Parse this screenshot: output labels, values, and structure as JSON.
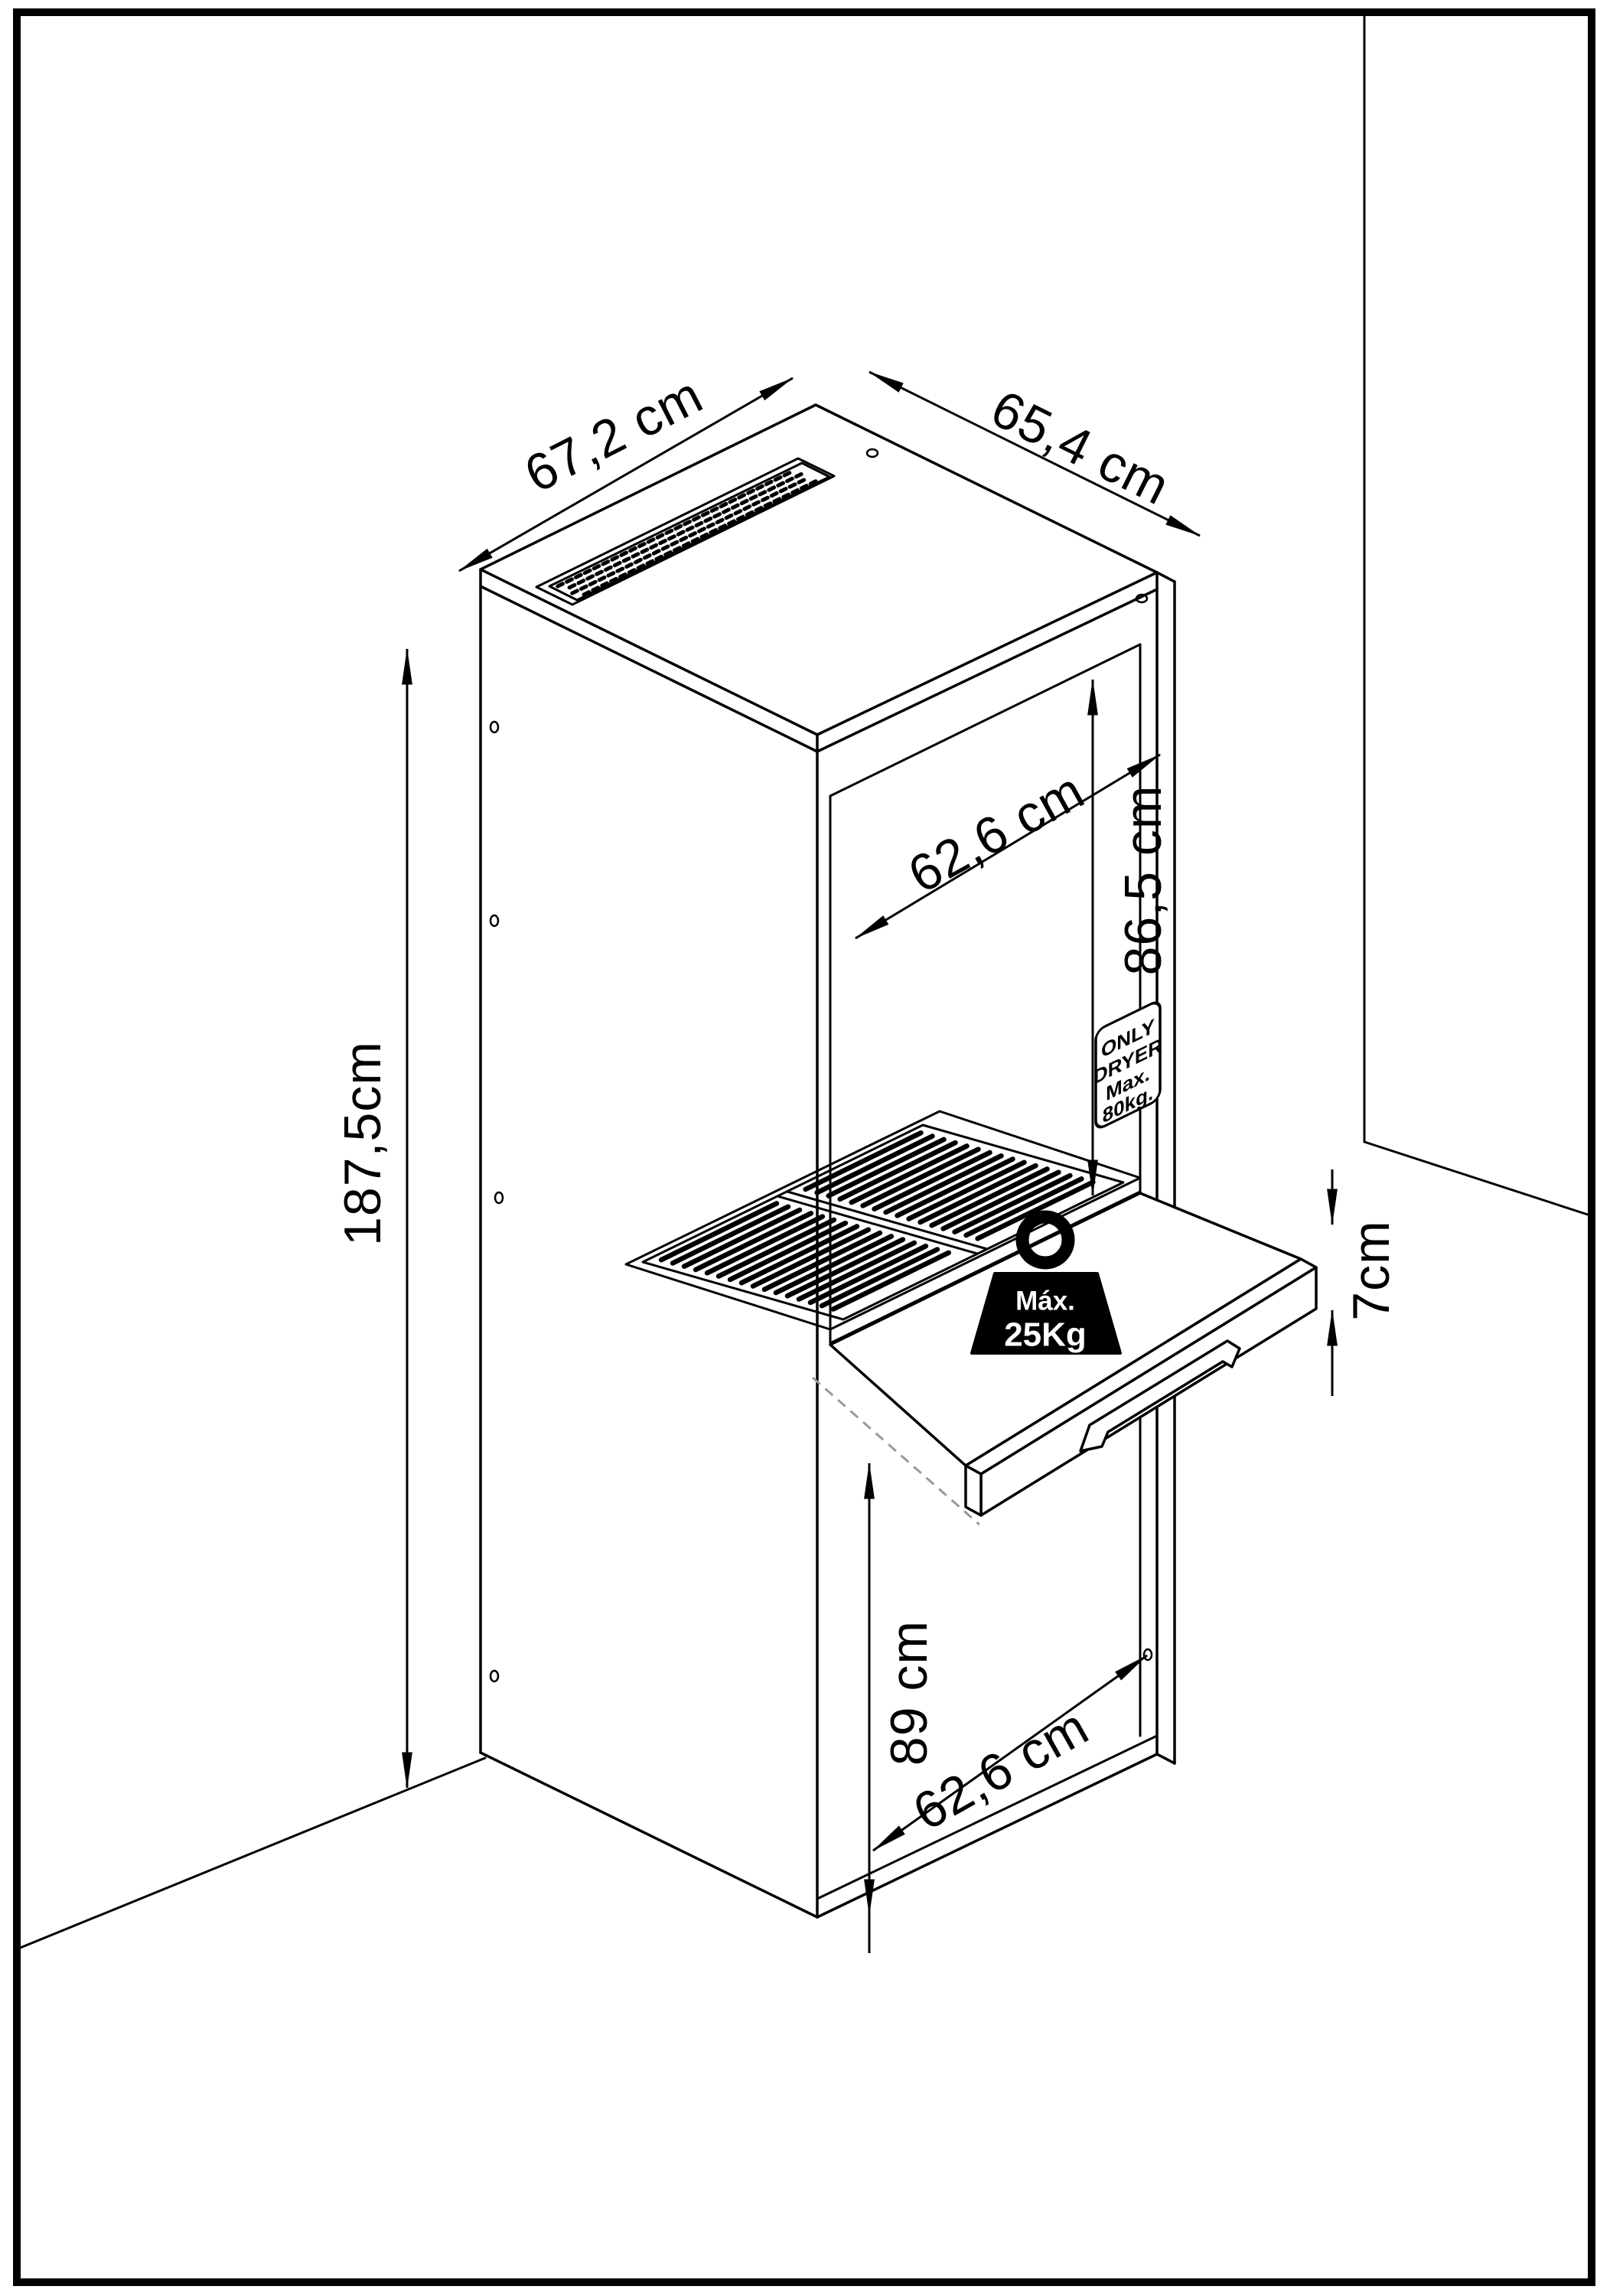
{
  "drawing": {
    "kind": "isometric furniture technical drawing",
    "colors": {
      "line": "#000000",
      "background": "#ffffff",
      "hidden_line": "#999999",
      "weight_fill": "#000000",
      "weight_text": "#ffffff"
    },
    "dimensions": {
      "top_width": {
        "label": "67,2 cm"
      },
      "top_depth": {
        "label": "65,4 cm"
      },
      "opening_width": {
        "label": "62,6 cm"
      },
      "opening_height": {
        "label": "86,5 cm"
      },
      "total_height": {
        "label": "187,5cm"
      },
      "drawer_front_height": {
        "label": "7cm"
      },
      "lower_clearance": {
        "label": "89 cm"
      },
      "lower_width": {
        "label": "62,6 cm"
      }
    },
    "stickers": {
      "dryer_notice": {
        "lines": [
          "ONLY",
          "DRYER",
          "Max.",
          "80kg."
        ]
      },
      "max_load": {
        "line1": "Máx.",
        "line2": "25Kg"
      }
    },
    "icons": {
      "vent": "vent-grille-icon",
      "rack": "drying-rack-icon",
      "weight": "kettlebell-weight-icon"
    }
  }
}
